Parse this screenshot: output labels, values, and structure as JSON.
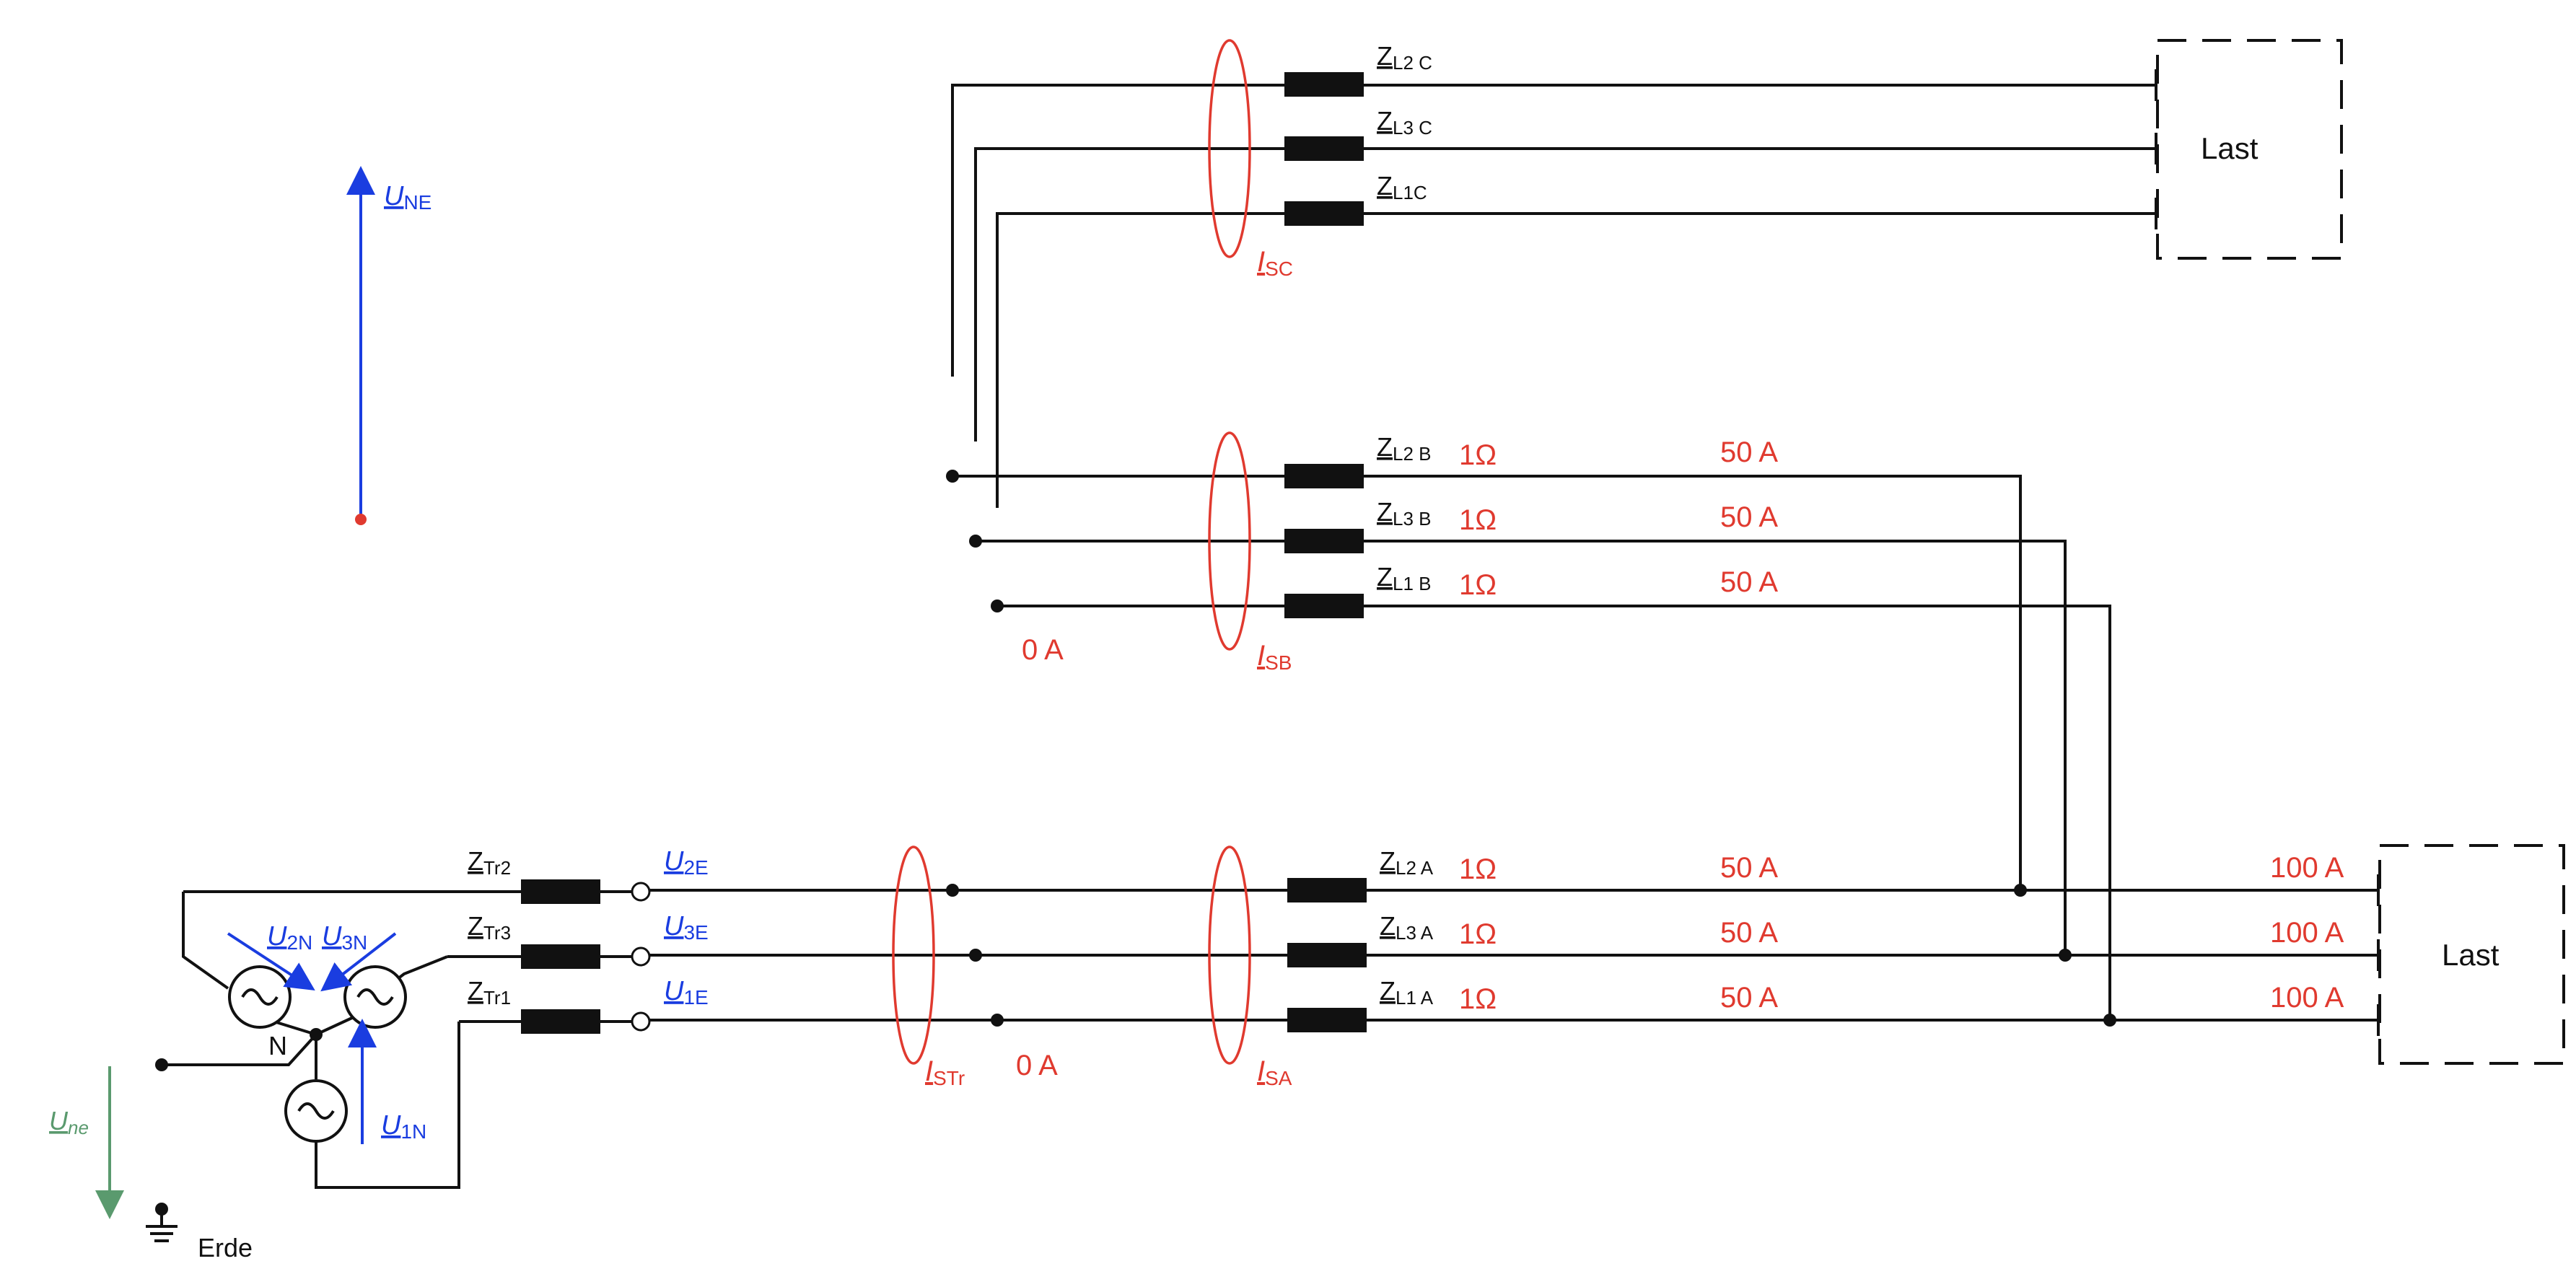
{
  "labels": {
    "z_l2c_main": "Z",
    "z_l2c_sub": "L2 C",
    "z_l3c_main": "Z",
    "z_l3c_sub": "L3 C",
    "z_l1c_main": "Z",
    "z_l1c_sub": "L1C",
    "z_l2b_main": "Z",
    "z_l2b_sub": "L2 B",
    "z_l3b_main": "Z",
    "z_l3b_sub": "L3 B",
    "z_l1b_main": "Z",
    "z_l1b_sub": "L1 B",
    "z_l2a_main": "Z",
    "z_l2a_sub": "L2 A",
    "z_l3a_main": "Z",
    "z_l3a_sub": "L3 A",
    "z_l1a_main": "Z",
    "z_l1a_sub": "L1 A",
    "z_tr2_main": "Z",
    "z_tr2_sub": "Tr2",
    "z_tr3_main": "Z",
    "z_tr3_sub": "Tr3",
    "z_tr1_main": "Z",
    "z_tr1_sub": "Tr1",
    "u_2e_main": "U",
    "u_2e_sub": "2E",
    "u_3e_main": "U",
    "u_3e_sub": "3E",
    "u_1e_main": "U",
    "u_1e_sub": "1E",
    "u_2n_main": "U",
    "u_2n_sub": "2N",
    "u_3n_main": "U",
    "u_3n_sub": "3N",
    "u_1n_main": "U",
    "u_1n_sub": "1N",
    "u_ne_main": "U",
    "u_ne_sub": "NE",
    "u_ne_low_main": "U",
    "u_ne_low_sub": "ne",
    "i_sc_main": "I",
    "i_sc_sub": "SC",
    "i_sb_main": "I",
    "i_sb_sub": "SB",
    "i_sa_main": "I",
    "i_sa_sub": "SA",
    "i_str_main": "I",
    "i_str_sub": "STr",
    "neutral": "N",
    "earth": "Erde",
    "load_c": "Last",
    "load_a": "Last"
  },
  "values": {
    "r_l2b": "1Ω",
    "r_l3b": "1Ω",
    "r_l1b": "1Ω",
    "r_l2a": "1Ω",
    "r_l3a": "1Ω",
    "r_l1a": "1Ω",
    "i_l2b": "50 A",
    "i_l3b": "50 A",
    "i_l1b": "50 A",
    "i_l2a": "50 A",
    "i_l3a": "50 A",
    "i_l1a": "50 A",
    "i_load_l2": "100 A",
    "i_load_l3": "100 A",
    "i_load_l1": "100 A",
    "i_sb_value": "0 A",
    "i_str_value": "0 A"
  },
  "colors": {
    "wire": "#111111",
    "current": "#e03a2f",
    "voltage": "#1a3de0",
    "earth_voltage": "#5a9a6e"
  }
}
